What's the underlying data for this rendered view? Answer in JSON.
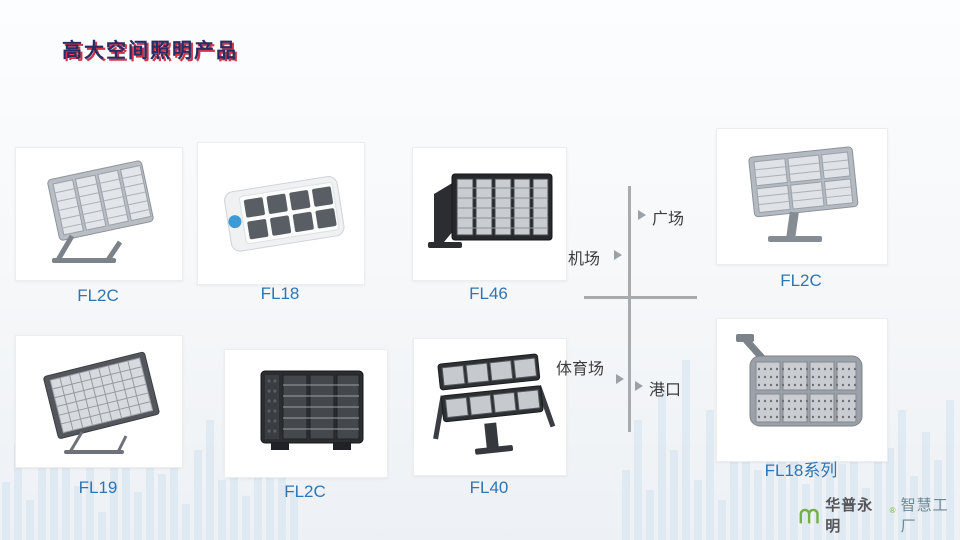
{
  "title": "高大空间照明产品",
  "products": [
    {
      "code": "FL2C"
    },
    {
      "code": "FL18"
    },
    {
      "code": "FL46"
    },
    {
      "code": "FL2C"
    },
    {
      "code": "FL19"
    },
    {
      "code": "FL2C"
    },
    {
      "code": "FL40"
    },
    {
      "code": "FL18系列"
    }
  ],
  "diagram": {
    "plaza": "广场",
    "airport": "机场",
    "stadium": "体育场",
    "port": "港口"
  },
  "logo": {
    "brand": "华普永明",
    "reg": "®",
    "suffix": "智慧工厂"
  },
  "colors": {
    "label_blue": "#2e75b6",
    "title_navy": "#272c63",
    "title_red": "#c8102e",
    "brand_green": "#76b043",
    "diagram_gray": "#a8abad"
  }
}
